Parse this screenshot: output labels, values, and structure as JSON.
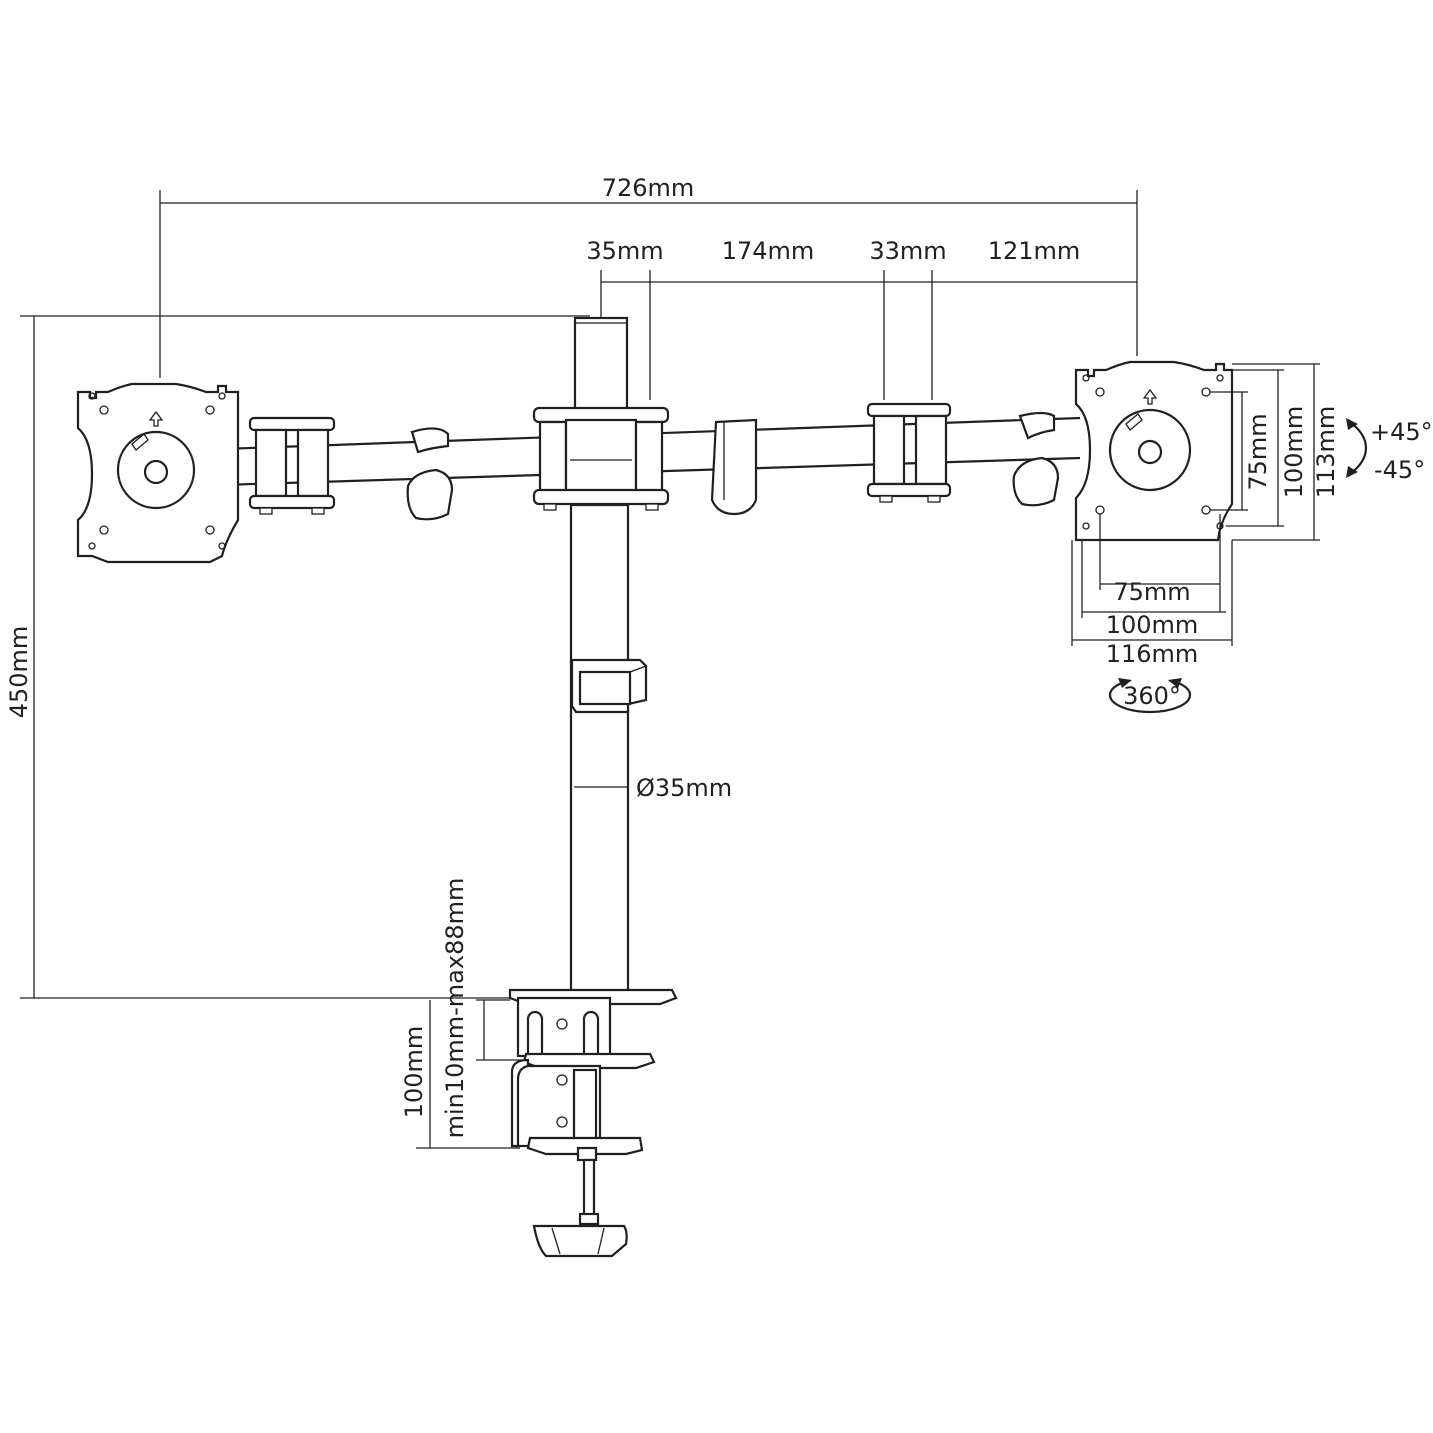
{
  "dimensions": {
    "overall_width": "726mm",
    "pole_width": "35mm",
    "arm_segment": "174mm",
    "joint_width": "33mm",
    "end_segment": "121mm",
    "height": "450mm",
    "pole_diameter": "Ø35mm",
    "vesa_h_75": "75mm",
    "vesa_h_100": "100mm",
    "vesa_h_113": "113mm",
    "vesa_w_75": "75mm",
    "vesa_w_100": "100mm",
    "vesa_w_116": "116mm",
    "clamp_range": "min10mm-max88mm",
    "clamp_height": "100mm"
  },
  "rotation": {
    "tilt_up": "+45°",
    "tilt_down": "-45°",
    "rotate": "360°"
  },
  "colors": {
    "line": "#231f20",
    "background": "#ffffff"
  }
}
